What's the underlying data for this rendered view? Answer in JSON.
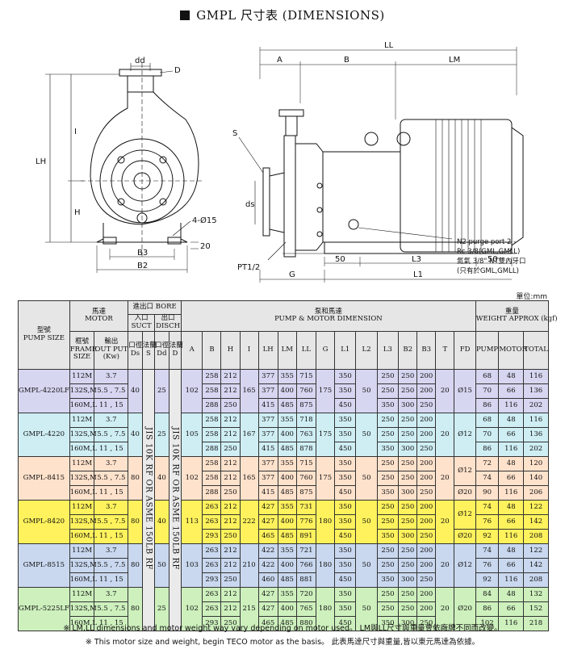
{
  "title": "GMPL 尺寸表 (DIMENSIONS)",
  "drawing_labels": {
    "dd": "dd",
    "D": "D",
    "I": "I",
    "LH": "LH",
    "H": "H",
    "holes": "4-Ø15",
    "B3": "B3",
    "B2": "B2",
    "B": "B",
    "twenty": "20",
    "LL": "LL",
    "A": "A",
    "LM": "LM",
    "S": "S",
    "ds": "ds",
    "PT": "PT1/2",
    "fifty_left": "50",
    "L3": "L3",
    "fifty_right": "50",
    "G": "G",
    "L1": "L1",
    "purge_1": "N2 purge port 2 -",
    "purge_2": "Rc 3/8(GML,GMLL)",
    "purge_3": "氮氣 3/8\" NT雙內牙口",
    "purge_4": "(只有於GML,GMLL)"
  },
  "unit": "單位:mm",
  "header": {
    "model_zh": "型號",
    "model_en": "PUMP SIZE",
    "motor_zh": "馬達",
    "motor_en": "MOTOR",
    "frame": [
      "框號",
      "FRAME",
      "SIZE"
    ],
    "output": [
      "輸出",
      "OUT PUT",
      "(Kw)"
    ],
    "bore": "進出口 BORE",
    "suct_zh": "入口",
    "suct_en": "SUCT",
    "disch_zh": "出口",
    "disch_en": "DISCH",
    "ds": [
      "口徑",
      "Ds"
    ],
    "s": [
      "法蘭",
      "S"
    ],
    "dd": [
      "口徑",
      "Dd"
    ],
    "d": [
      "法蘭",
      "D"
    ],
    "pump_dim_zh": "泵和馬達",
    "pump_dim_en": "PUMP & MOTOR DIMENSION",
    "weight_zh": "重量",
    "weight_en": "WEIGHT APPROX (kgf)",
    "dim_cols": [
      "A",
      "B",
      "H",
      "I",
      "LH",
      "LM",
      "LL",
      "G",
      "L1",
      "L2",
      "L3",
      "B2",
      "B3",
      "T",
      "FD"
    ],
    "wt_cols": [
      "PUMP",
      "MOTOR",
      "TOTAL"
    ]
  },
  "flange_text": "JIS 10K RF OR ASME 150LB RF",
  "groups": [
    {
      "model": "GMPL-4220LF",
      "ds": "40",
      "dd": "25",
      "A": "102",
      "I": "165",
      "G": "175",
      "L2": "50",
      "T": "20",
      "rows": [
        {
          "frame": "112M",
          "kw": "3.7",
          "B": "258",
          "H": "212",
          "LH": "377",
          "LM": "355",
          "LL": "715",
          "L1": "350",
          "L3": "250",
          "B2": "250",
          "B3": "200",
          "pump": "68",
          "motor": "48",
          "total": "116"
        },
        {
          "frame": "132S,M",
          "kw": "5.5 , 7.5",
          "B": "258",
          "H": "212",
          "LH": "377",
          "LM": "400",
          "LL": "760",
          "L1": "350",
          "L3": "250",
          "B2": "250",
          "B3": "200",
          "pump": "70",
          "motor": "66",
          "total": "136"
        },
        {
          "frame": "160M,L",
          "kw": "11 , 15",
          "B": "288",
          "H": "250",
          "LH": "415",
          "LM": "485",
          "LL": "875",
          "L1": "450",
          "L3": "350",
          "B2": "300",
          "B3": "250",
          "pump": "86",
          "motor": "116",
          "total": "202"
        }
      ],
      "fd": [
        "Ø15"
      ]
    },
    {
      "model": "GMPL-4220",
      "ds": "40",
      "dd": "25",
      "A": "105",
      "I": "167",
      "G": "175",
      "L2": "50",
      "T": "20",
      "rows": [
        {
          "frame": "112M",
          "kw": "3.7",
          "B": "258",
          "H": "212",
          "LH": "377",
          "LM": "355",
          "LL": "718",
          "L1": "350",
          "L3": "250",
          "B2": "250",
          "B3": "200",
          "pump": "68",
          "motor": "48",
          "total": "116"
        },
        {
          "frame": "132S,M",
          "kw": "5.5 , 7.5",
          "B": "258",
          "H": "212",
          "LH": "377",
          "LM": "400",
          "LL": "763",
          "L1": "350",
          "L3": "250",
          "B2": "250",
          "B3": "200",
          "pump": "70",
          "motor": "66",
          "total": "136"
        },
        {
          "frame": "160M,L",
          "kw": "11 , 15",
          "B": "288",
          "H": "250",
          "LH": "415",
          "LM": "485",
          "LL": "878",
          "L1": "450",
          "L3": "350",
          "B2": "300",
          "B3": "250",
          "pump": "86",
          "motor": "116",
          "total": "202"
        }
      ],
      "fd": [
        "Ø12"
      ]
    },
    {
      "model": "GMPL-8415",
      "ds": "80",
      "dd": "40",
      "A": "102",
      "I": "165",
      "G": "175",
      "L2": "50",
      "T": "20",
      "rows": [
        {
          "frame": "112M",
          "kw": "3.7",
          "B": "258",
          "H": "212",
          "LH": "377",
          "LM": "355",
          "LL": "715",
          "L1": "350",
          "L3": "250",
          "B2": "250",
          "B3": "200",
          "pump": "72",
          "motor": "48",
          "total": "120"
        },
        {
          "frame": "132S,M",
          "kw": "5.5 , 7.5",
          "B": "258",
          "H": "212",
          "LH": "377",
          "LM": "400",
          "LL": "760",
          "L1": "350",
          "L3": "250",
          "B2": "250",
          "B3": "200",
          "pump": "74",
          "motor": "66",
          "total": "140"
        },
        {
          "frame": "160M,L",
          "kw": "11 , 15",
          "B": "288",
          "H": "250",
          "LH": "415",
          "LM": "485",
          "LL": "875",
          "L1": "450",
          "L3": "350",
          "B2": "300",
          "B3": "250",
          "pump": "90",
          "motor": "116",
          "total": "206"
        }
      ],
      "fd": [
        "Ø12",
        "Ø20"
      ]
    },
    {
      "model": "GMPL-8420",
      "ds": "80",
      "dd": "40",
      "A": "113",
      "I": "222",
      "G": "180",
      "L2": "50",
      "T": "20",
      "rows": [
        {
          "frame": "112M",
          "kw": "3.7",
          "B": "263",
          "H": "212",
          "LH": "427",
          "LM": "355",
          "LL": "731",
          "L1": "350",
          "L3": "250",
          "B2": "250",
          "B3": "200",
          "pump": "74",
          "motor": "48",
          "total": "122"
        },
        {
          "frame": "132S,M",
          "kw": "5.5 , 7.5",
          "B": "263",
          "H": "212",
          "LH": "427",
          "LM": "400",
          "LL": "776",
          "L1": "350",
          "L3": "250",
          "B2": "250",
          "B3": "200",
          "pump": "76",
          "motor": "66",
          "total": "142"
        },
        {
          "frame": "160M,L",
          "kw": "11 , 15",
          "B": "293",
          "H": "250",
          "LH": "465",
          "LM": "485",
          "LL": "891",
          "L1": "450",
          "L3": "350",
          "B2": "300",
          "B3": "250",
          "pump": "92",
          "motor": "116",
          "total": "208"
        }
      ],
      "fd": [
        "Ø12",
        "Ø20"
      ]
    },
    {
      "model": "GMPL-8515",
      "ds": "80",
      "dd": "50",
      "A": "103",
      "I": "210",
      "G": "180",
      "L2": "50",
      "T": "20",
      "rows": [
        {
          "frame": "112M",
          "kw": "3.7",
          "B": "263",
          "H": "212",
          "LH": "422",
          "LM": "355",
          "LL": "721",
          "L1": "350",
          "L3": "250",
          "B2": "250",
          "B3": "200",
          "pump": "74",
          "motor": "48",
          "total": "122"
        },
        {
          "frame": "132S,M",
          "kw": "5.5 , 7.5",
          "B": "263",
          "H": "212",
          "LH": "422",
          "LM": "400",
          "LL": "766",
          "L1": "350",
          "L3": "250",
          "B2": "250",
          "B3": "200",
          "pump": "76",
          "motor": "66",
          "total": "142"
        },
        {
          "frame": "160M,L",
          "kw": "11 , 15",
          "B": "293",
          "H": "250",
          "LH": "460",
          "LM": "485",
          "LL": "881",
          "L1": "450",
          "L3": "350",
          "B2": "300",
          "B3": "250",
          "pump": "92",
          "motor": "116",
          "total": "208"
        }
      ],
      "fd": [
        "Ø12"
      ]
    },
    {
      "model": "GMPL-5225LF",
      "ds": "80",
      "dd": "25",
      "A": "102",
      "I": "215",
      "G": "180",
      "L2": "50",
      "T": "20",
      "rows": [
        {
          "frame": "112M",
          "kw": "3.7",
          "B": "263",
          "H": "212",
          "LH": "427",
          "LM": "355",
          "LL": "720",
          "L1": "350",
          "L3": "250",
          "B2": "250",
          "B3": "200",
          "pump": "84",
          "motor": "48",
          "total": "132"
        },
        {
          "frame": "132S,M",
          "kw": "5.5 , 7.5",
          "B": "263",
          "H": "212",
          "LH": "427",
          "LM": "400",
          "LL": "765",
          "L1": "350",
          "L3": "250",
          "B2": "250",
          "B3": "200",
          "pump": "86",
          "motor": "66",
          "total": "152"
        },
        {
          "frame": "160M,L",
          "kw": "11 , 15",
          "B": "293",
          "H": "250",
          "LH": "465",
          "LM": "485",
          "LL": "880",
          "L1": "450",
          "L3": "350",
          "B2": "300",
          "B3": "250",
          "pump": "102",
          "motor": "116",
          "total": "218"
        }
      ],
      "fd": [
        "Ø20"
      ]
    }
  ],
  "notes": [
    "※ LM,LL dimensions and motor weight way vary depending on motor used。 LM與LL尺寸與重量會依廠牌不同而改變。",
    "※ This motor size and weight, begin TECO motor as the basis。 此表馬達尺寸與重量,皆以東元馬達為依據。"
  ]
}
